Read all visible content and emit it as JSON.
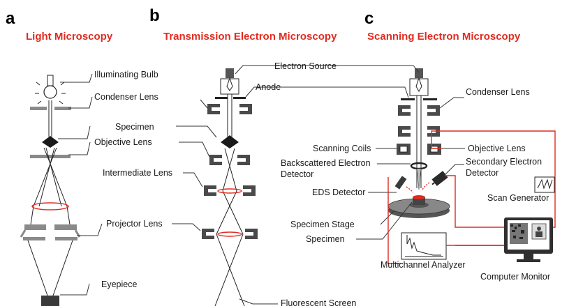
{
  "panels": {
    "a": {
      "letter": "a",
      "title": "Light Microscopy",
      "labels": {
        "bulb": "Illuminating Bulb",
        "condenser": "Condenser Lens",
        "specimen": "Specimen",
        "objective": "Objective Lens",
        "intermediate": "Intermediate Lens",
        "projector": "Projector Lens",
        "eyepiece": "Eyepiece"
      }
    },
    "b": {
      "letter": "b",
      "title": "Transmission Electron Microscopy",
      "labels": {
        "source": "Electron Source",
        "anode": "Anode",
        "screen": "Fluorescent Screen"
      }
    },
    "c": {
      "letter": "c",
      "title": "Scanning Electron Microscopy",
      "labels": {
        "condenser": "Condenser Lens",
        "coils": "Scanning Coils",
        "objective": "Objective Lens",
        "backscatter1": "Backscattered Electron",
        "backscatter2": "Detector",
        "secondary1": "Secondary Electron",
        "secondary2": "Detector",
        "eds": "EDS Detector",
        "scan": "Scan Generator",
        "stage": "Specimen Stage",
        "specimen": "Specimen",
        "analyzer": "Multichannel Analyzer",
        "monitor": "Computer Monitor"
      }
    }
  },
  "colors": {
    "title": "#e02b20",
    "lens": "#8a8a8a",
    "magnet": "#4a4a4a",
    "wire": "#e02b20"
  }
}
